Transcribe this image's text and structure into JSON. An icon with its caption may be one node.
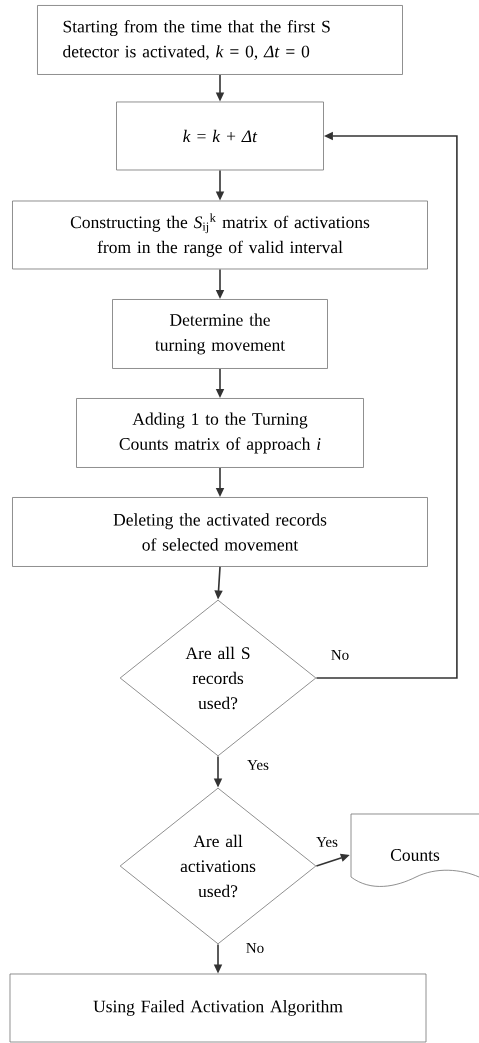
{
  "diagram": {
    "nodes": [
      {
        "text": [
          "Starting from the time that the first S detector is activated, *k* = 0, *Δt* = 0"
        ]
      },
      {
        "text": [
          "*k* = *k* + *Δt*"
        ]
      },
      {
        "text": [
          "Constructing the *S*$_{ij}$$^{k}$ matrix of activations from in the range of valid interval"
        ]
      },
      {
        "text": [
          "Determine the turning movement"
        ]
      },
      {
        "text": [
          "Adding 1 to the Turning Counts matrix of approach *i*"
        ]
      },
      {
        "text": [
          "Deleting the activated records of selected movement"
        ]
      },
      {
        "text": [
          "Are all S records used?"
        ]
      },
      {
        "text": [
          "Are all activations used?"
        ]
      },
      {
        "text": [
          "Counts"
        ]
      },
      {
        "text": [
          "Using Failed Activation Algorithm"
        ]
      }
    ],
    "edges": [
      {
        "from": 0,
        "to": 1,
        "arrow": "to"
      },
      {
        "from": 1,
        "to": 2,
        "arrow": "to"
      },
      {
        "from": 2,
        "to": 3,
        "arrow": "to"
      },
      {
        "from": 3,
        "to": 4,
        "arrow": "to"
      },
      {
        "from": 4,
        "to": 5,
        "arrow": "to"
      },
      {
        "from": 5,
        "to": 6,
        "arrow": "to"
      },
      {
        "from": 6,
        "to": 1,
        "arrow": "to",
        "label": "No"
      },
      {
        "from": 6,
        "to": 7,
        "arrow": "to",
        "label": "Yes"
      },
      {
        "from": 7,
        "to": 8,
        "arrow": "to",
        "label": "Yes"
      },
      {
        "from": 7,
        "to": 9,
        "arrow": "to",
        "label": "No"
      }
    ]
  }
}
